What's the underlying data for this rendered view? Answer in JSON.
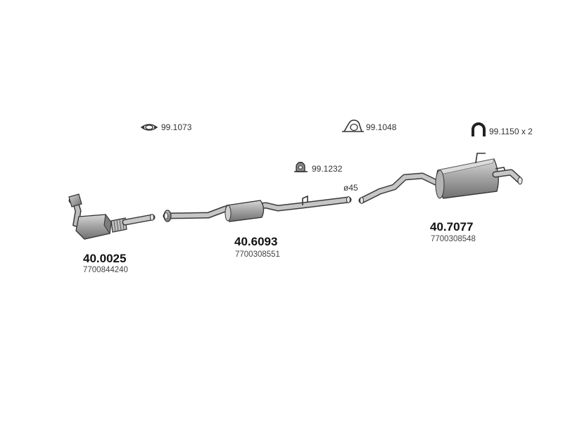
{
  "accessories": {
    "gasket": {
      "code": "99.1073",
      "icon": "gasket-icon"
    },
    "clamp": {
      "code": "99.1048",
      "icon": "clamp-icon"
    },
    "rubber_mount": {
      "code": "99.1232",
      "icon": "rubber-mount-icon"
    },
    "hanger": {
      "code": "99.1150 x 2",
      "icon": "hanger-icon"
    }
  },
  "pipe_diameter": "ø45",
  "parts": {
    "catalytic_converter": {
      "number": "40.0025",
      "oem": "7700844240"
    },
    "center_silencer": {
      "number": "40.6093",
      "oem": "7700308551"
    },
    "rear_silencer": {
      "number": "40.7077",
      "oem": "7700308548"
    }
  },
  "colors": {
    "part_fill": "#9a9a9a",
    "part_stroke": "#3a3a3a"
  }
}
